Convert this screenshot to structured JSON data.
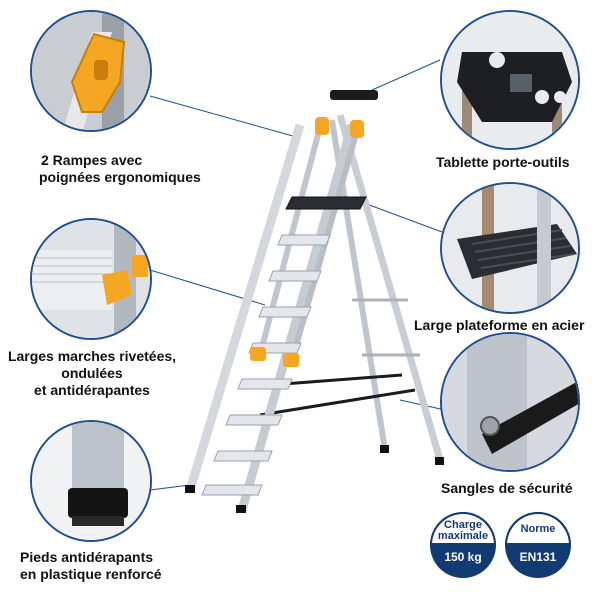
{
  "features": {
    "handrails": "2  Rampes avec poignées ergonomiques",
    "handrails_line1": "2  Rampes avec",
    "handrails_line2": "poignées ergonomiques",
    "tool_tray": "Tablette porte-outils",
    "steps_line1": "Larges marches rivetées,",
    "steps_line2": "ondulées",
    "steps_line3": "et antidérapantes",
    "platform": "Large plateforme en acier",
    "straps": "Sangles de sécurité",
    "feet_line1": "Pieds antidérapants",
    "feet_line2": "en plastique renforcé"
  },
  "badges": {
    "load": {
      "title": "Charge maximale",
      "title_line1": "Charge",
      "title_line2": "maximale",
      "value": "150 kg"
    },
    "norm": {
      "title": "Norme",
      "value": "EN131"
    }
  },
  "colors": {
    "accent": "#1f4f8f",
    "badge": "#123a73",
    "handle_orange": "#f5a623",
    "aluminium": "#d9dde2"
  }
}
